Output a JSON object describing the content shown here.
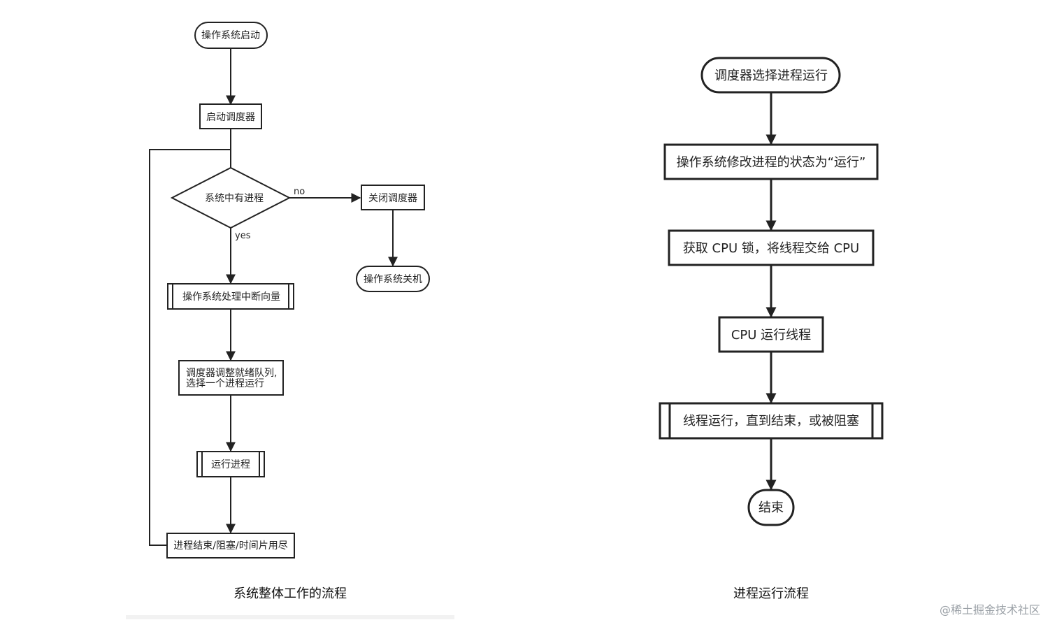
{
  "left": {
    "start": "操作系统启动",
    "start_scheduler": "启动调度器",
    "decision": "系统中有进程",
    "no_label": "no",
    "yes_label": "yes",
    "close_scheduler": "关闭调度器",
    "shutdown": "操作系统关机",
    "handle_interrupt": "操作系统处理中断向量",
    "adjust_queue_line1": "调度器调整就绪队列,",
    "adjust_queue_line2": "选择一个进程运行",
    "run_process": "运行进程",
    "process_end": "进程结束/阻塞/时间片用尽",
    "caption": "系统整体工作的流程"
  },
  "right": {
    "select": "调度器选择进程运行",
    "modify_state": "操作系统修改进程的状态为“运行”",
    "acquire_lock": "获取 CPU 锁，将线程交给 CPU",
    "cpu_run": "CPU 运行线程",
    "thread_run": "线程运行，直到结束，或被阻塞",
    "end": "结束",
    "caption": "进程运行流程"
  },
  "watermark": "@稀土掘金技术社区"
}
